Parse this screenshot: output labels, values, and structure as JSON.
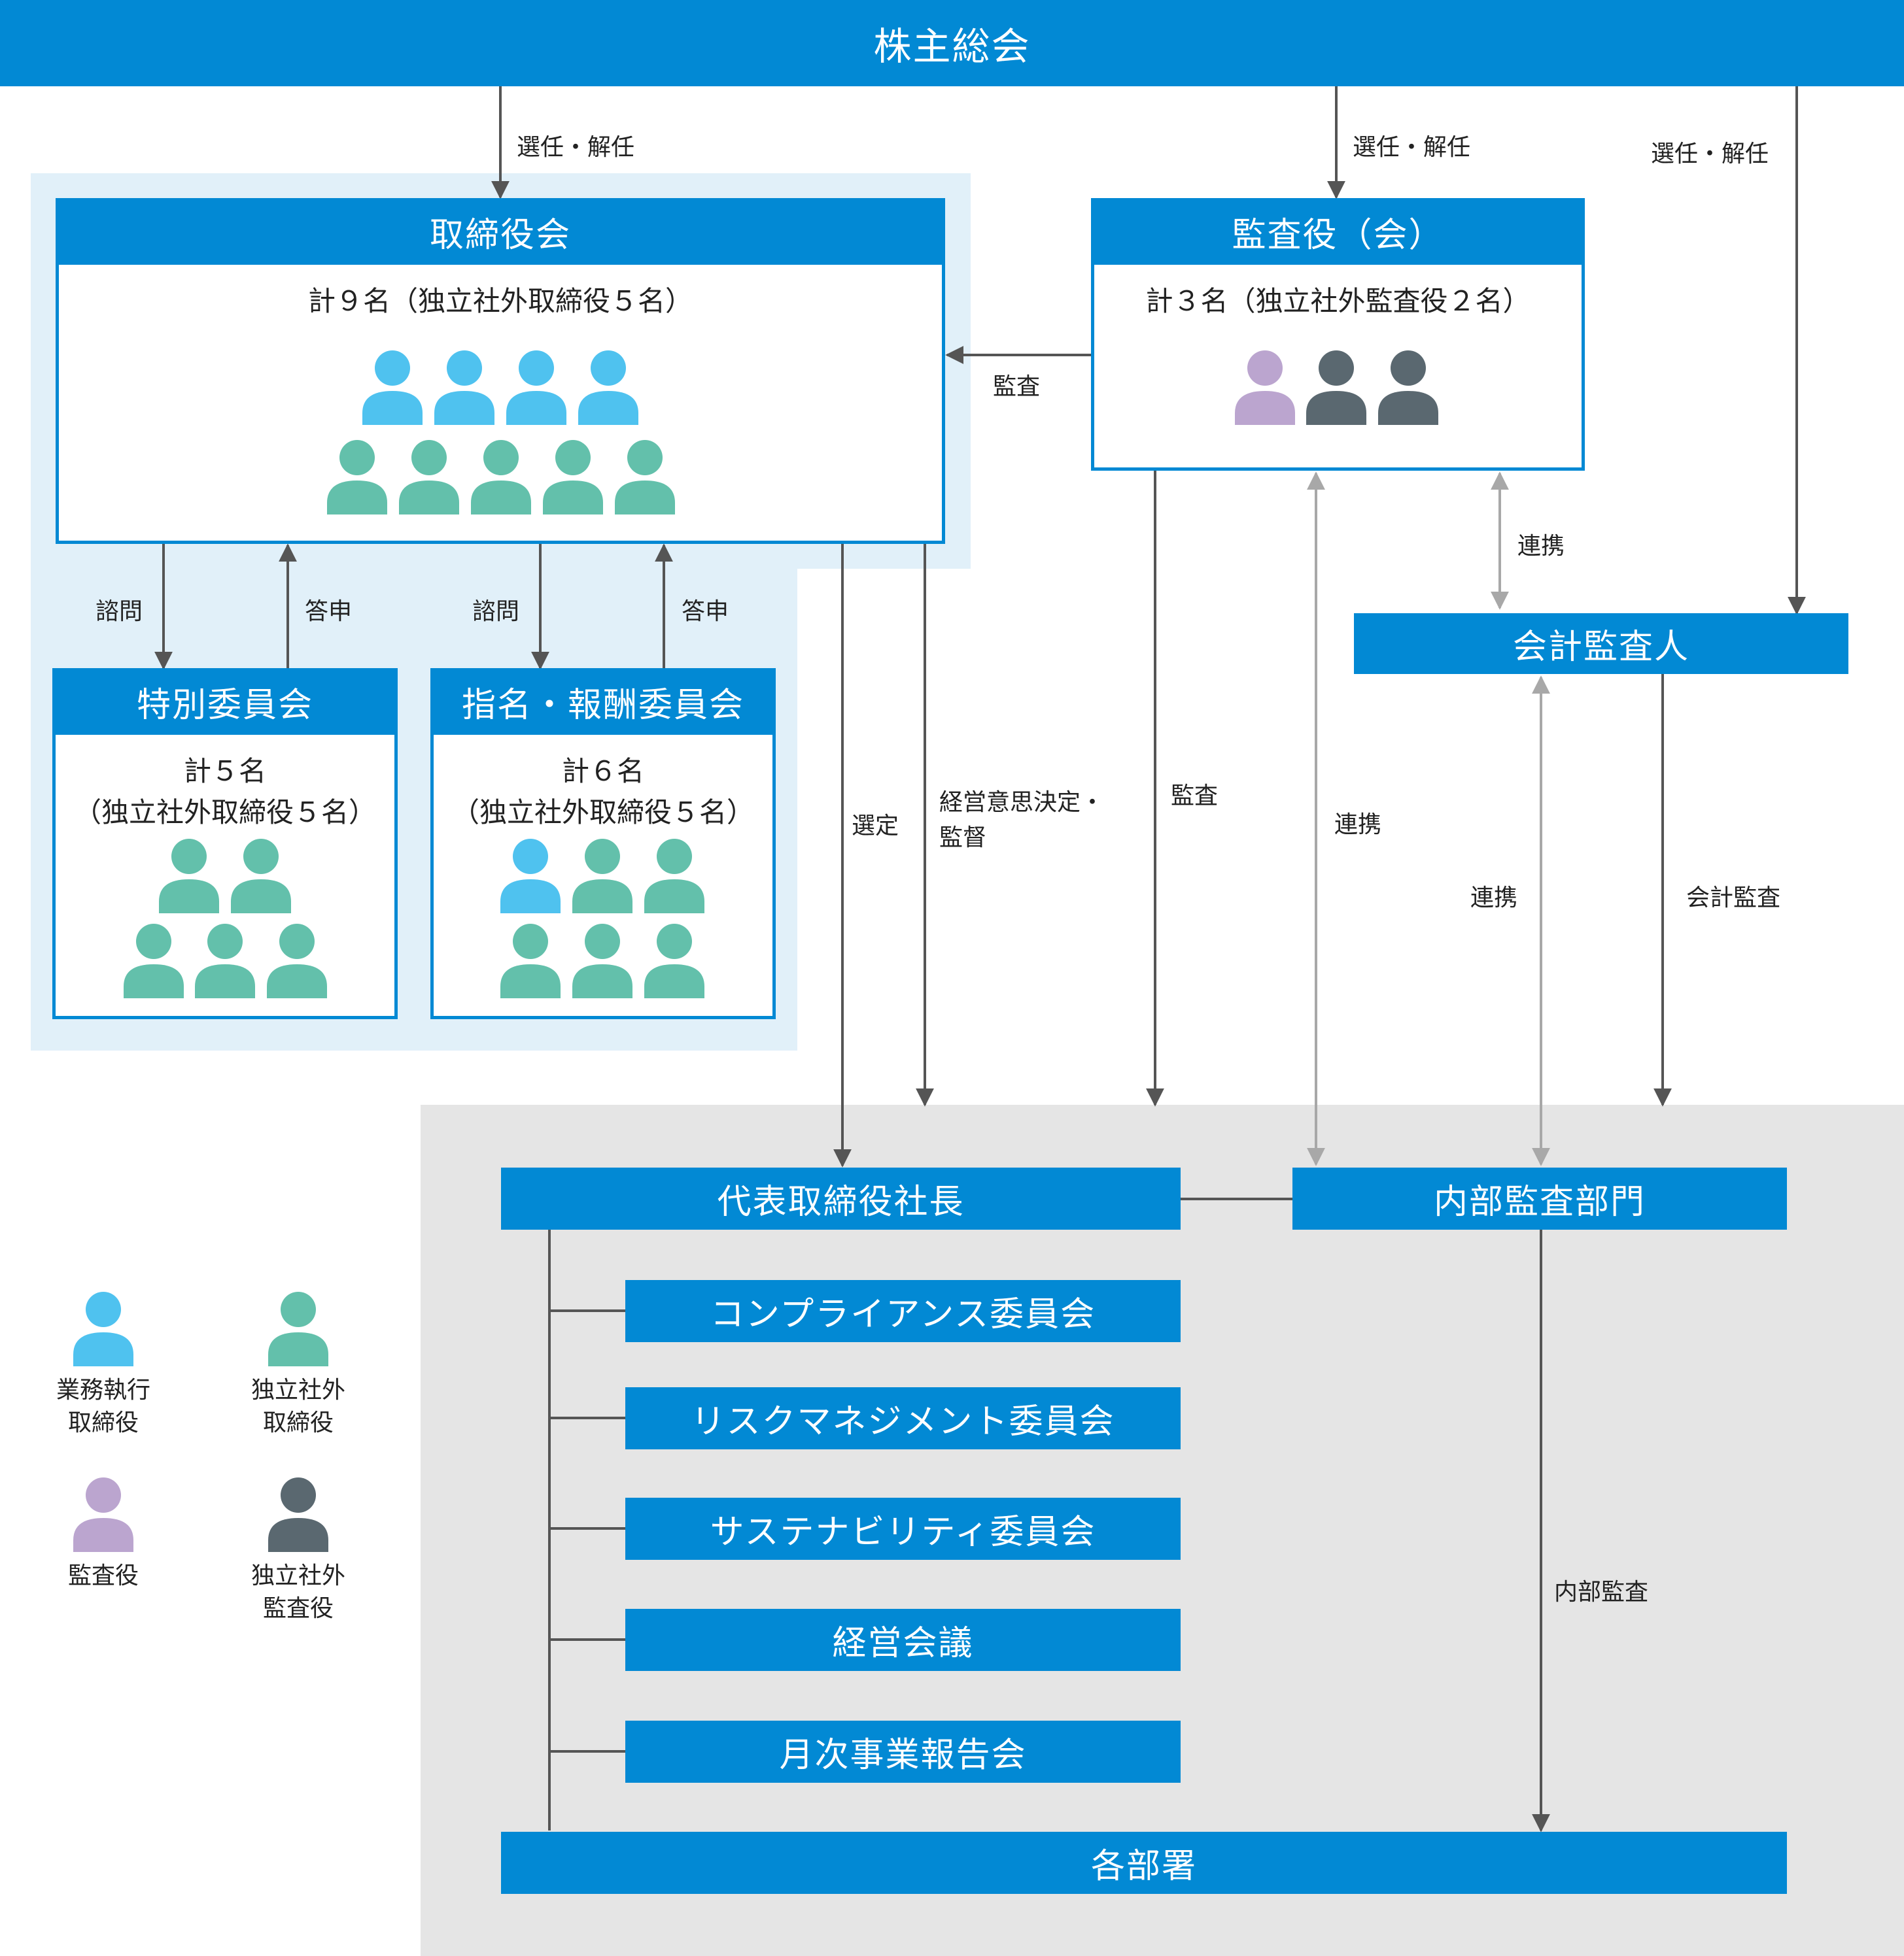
{
  "colors": {
    "primary_blue": "#0289d4",
    "exec_director": "#4fc2ef",
    "independent_director": "#63c0ab",
    "auditor": "#bba5cf",
    "independent_auditor": "#5a6870",
    "arrow_dark": "#555555",
    "arrow_gray": "#a8a8a8"
  },
  "top": {
    "title": "株主総会"
  },
  "board": {
    "title": "取締役会",
    "count": "計９名（独立社外取締役５名）",
    "members": [
      "exec",
      "exec",
      "exec",
      "exec",
      "indep",
      "indep",
      "indep",
      "indep",
      "indep"
    ]
  },
  "auditors": {
    "title": "監査役（会）",
    "count": "計３名（独立社外監査役２名）",
    "members": [
      "auditor",
      "indep_auditor",
      "indep_auditor"
    ]
  },
  "special_committee": {
    "title": "特別委員会",
    "count_line1": "計５名",
    "count_line2": "（独立社外取締役５名）",
    "members": [
      "indep",
      "indep",
      "indep",
      "indep",
      "indep"
    ]
  },
  "nomination_committee": {
    "title": "指名・報酬委員会",
    "count_line1": "計６名",
    "count_line2": "（独立社外取締役５名）",
    "members": [
      "exec",
      "indep",
      "indep",
      "indep",
      "indep",
      "indep"
    ]
  },
  "accounting_auditor": {
    "title": "会計監査人"
  },
  "president": {
    "title": "代表取締役社長"
  },
  "internal_audit_dept": {
    "title": "内部監査部門"
  },
  "committees": [
    "コンプライアンス委員会",
    "リスクマネジメント委員会",
    "サステナビリティ委員会",
    "経営会議",
    "月次事業報告会"
  ],
  "departments": {
    "title": "各部署"
  },
  "labels": {
    "elect_board": "選任・解任",
    "elect_auditors": "選任・解任",
    "elect_accounting": "選任・解任",
    "audit_board": "監査",
    "consult_special": "諮問",
    "report_special": "答申",
    "consult_nomination": "諮問",
    "report_nomination": "答申",
    "cooperation_top": "連携",
    "selection": "選定",
    "decision_line1": "経営意思決定・",
    "decision_line2": "監督",
    "audit_dept": "監査",
    "cooperation_mid": "連携",
    "cooperation_acc": "連携",
    "accounting_audit": "会計監査",
    "internal_audit": "内部監査"
  },
  "legend": [
    {
      "icon": "exec-director-icon",
      "line1": "業務執行",
      "line2": "取締役"
    },
    {
      "icon": "independent-director-icon",
      "line1": "独立社外",
      "line2": "取締役"
    },
    {
      "icon": "auditor-icon",
      "line1": "監査役",
      "line2": ""
    },
    {
      "icon": "independent-auditor-icon",
      "line1": "独立社外",
      "line2": "監査役"
    }
  ]
}
